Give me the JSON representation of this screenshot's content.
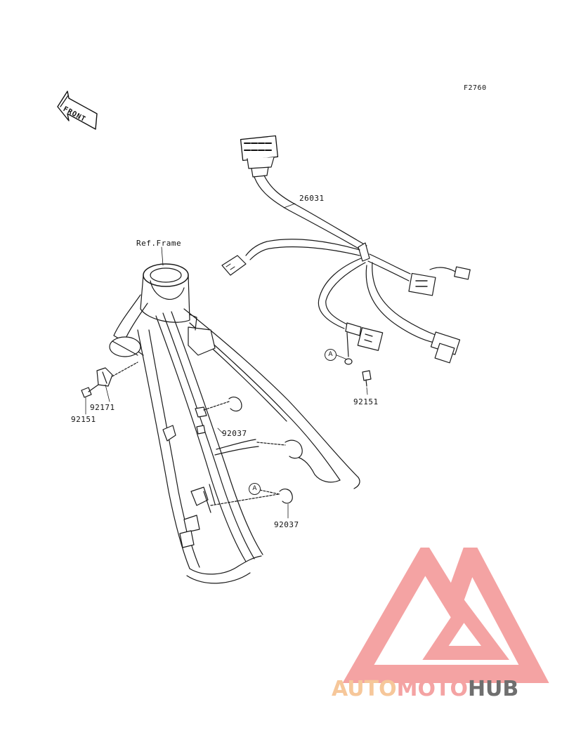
{
  "figure_code": "F2760",
  "orientation": {
    "front_label": "FRONT",
    "icon": "front-arrow-icon"
  },
  "labels": {
    "wiring_harness": "26031",
    "ref_frame": "Ref.Frame",
    "clamp": "92171",
    "bolt_left": "92151",
    "bolt_right": "92151",
    "clamp_upper": "92037",
    "clamp_lower": "92037"
  },
  "callouts": {
    "a_harness": "A",
    "a_frame": "A"
  },
  "watermark": {
    "part1": "AUTO",
    "part2": "MOTO",
    "part3": "HUB",
    "colors": {
      "auto": "#f6c79a",
      "moto": "#f4a3a3",
      "hub": "#6f6f6f",
      "triangle": "#f4a3a3"
    }
  }
}
